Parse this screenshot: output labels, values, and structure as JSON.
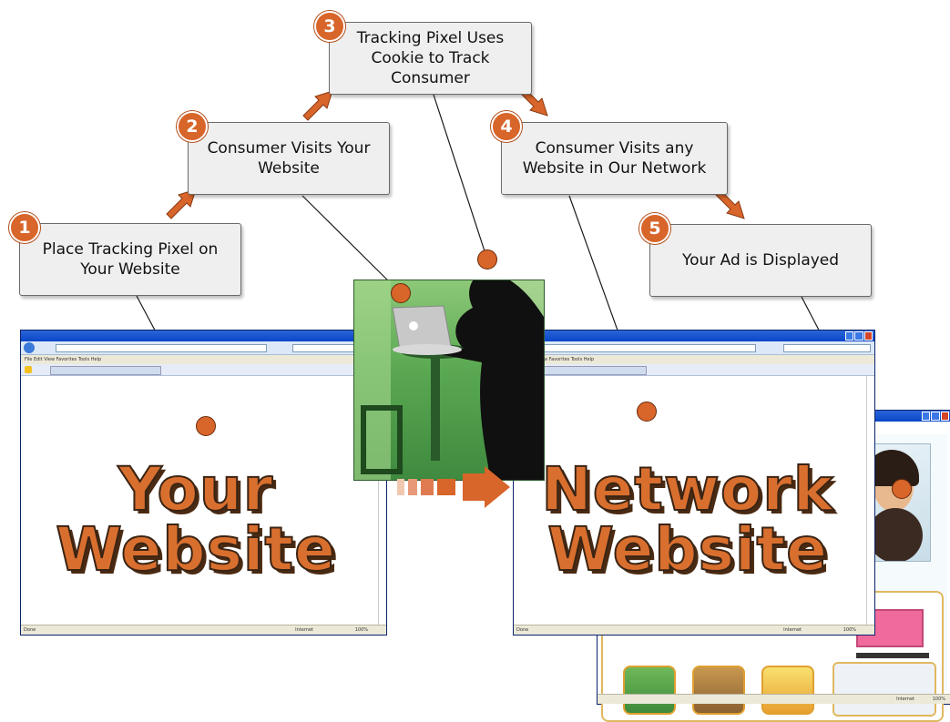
{
  "steps": [
    {
      "number": "1",
      "label": "Place Tracking Pixel on Your Website"
    },
    {
      "number": "2",
      "label": "Consumer Visits Your Website"
    },
    {
      "number": "3",
      "label": "Tracking Pixel Uses Cookie to Track Consumer"
    },
    {
      "number": "4",
      "label": "Consumer Visits any Website in Our Network"
    },
    {
      "number": "5",
      "label": "Your Ad is Displayed"
    }
  ],
  "your_website": {
    "line1": "Your",
    "line2": "Website"
  },
  "network_website": {
    "line1": "Network",
    "line2": "Website"
  },
  "browser": {
    "menu": "File   Edit   View   Favorites   Tools   Help",
    "status_left": "Done",
    "status_zone": "Internet",
    "status_zoom": "100%"
  },
  "colors": {
    "accent": "#d8652a",
    "box_fill": "#efefef",
    "scene_green": "#5fae5a"
  }
}
